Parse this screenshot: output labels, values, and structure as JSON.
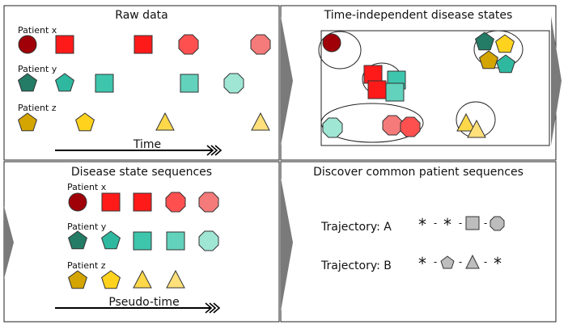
{
  "panels": {
    "raw": {
      "title": "Raw data",
      "rows": [
        {
          "label": "Patient x"
        },
        {
          "label": "Patient y"
        },
        {
          "label": "Patient z"
        }
      ],
      "axis_label": "Time"
    },
    "states": {
      "title": "Time-independent disease states"
    },
    "sequences": {
      "title": "Disease state sequences",
      "rows": [
        {
          "label": "Patient x"
        },
        {
          "label": "Patient y"
        },
        {
          "label": "Patient z"
        }
      ],
      "axis_label": "Pseudo-time"
    },
    "common": {
      "title": "Discover common patient sequences",
      "trajectories": [
        {
          "label": "Trajectory: A",
          "symbols": [
            "star",
            "star",
            "square",
            "octagon"
          ]
        },
        {
          "label": "Trajectory: B",
          "symbols": [
            "star",
            "pentagon",
            "triangle",
            "star"
          ]
        }
      ]
    }
  },
  "colors": {
    "dark_red": "#a00008",
    "red": "#ff1a1a",
    "light_red": "#f57a7a",
    "dark_teal": "#247c66",
    "teal": "#2fb8a0",
    "mid_teal": "#62d2bc",
    "light_teal": "#9fe6d4",
    "dark_gold": "#d4a400",
    "gold": "#ffd21e",
    "light_gold": "#ffe07a",
    "grey_symbol": "#bdbdbd",
    "arrow_grey": "#7a7a7a"
  }
}
